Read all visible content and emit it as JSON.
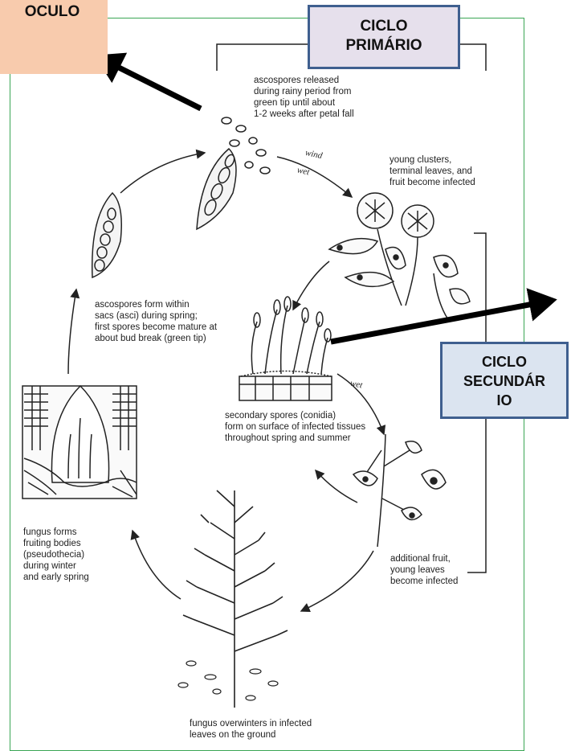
{
  "boxes": {
    "oculo": "OCULO",
    "primario": [
      "CICLO",
      "PRIMÁRIO"
    ],
    "secundario": [
      "CICLO",
      "SECUNDÁR",
      "IO"
    ]
  },
  "labels": {
    "ascospores_released": [
      "ascospores released",
      "during rainy period from",
      "green tip until about",
      "1-2 weeks after petal fall"
    ],
    "young_clusters": [
      "young clusters,",
      "terminal leaves, and",
      "fruit become infected"
    ],
    "ascospores_form": [
      "ascospores form within",
      "sacs (asci) during spring;",
      "first spores become mature at",
      "about bud break (green tip)"
    ],
    "secondary_spores": [
      "secondary spores (conidia)",
      "form on surface of infected tissues",
      "throughout spring and summer"
    ],
    "fungus_forms": [
      "fungus forms",
      "fruiting bodies",
      "(pseudothecia)",
      "during winter",
      "and early spring"
    ],
    "additional_fruit": [
      "additional fruit,",
      "young leaves",
      "become infected"
    ],
    "fungus_overwinters": [
      "fungus overwinters in infected",
      "leaves on the ground"
    ]
  },
  "weather": {
    "wind": "wind",
    "wet1": "wet",
    "wet2": "wet"
  },
  "colors": {
    "frame": "#3aa655",
    "box_border": "#3f5f8f",
    "oculo_fill": "#f8cbad",
    "primario_fill": "#e6e0ec",
    "secundario_fill": "#dbe4f0"
  }
}
